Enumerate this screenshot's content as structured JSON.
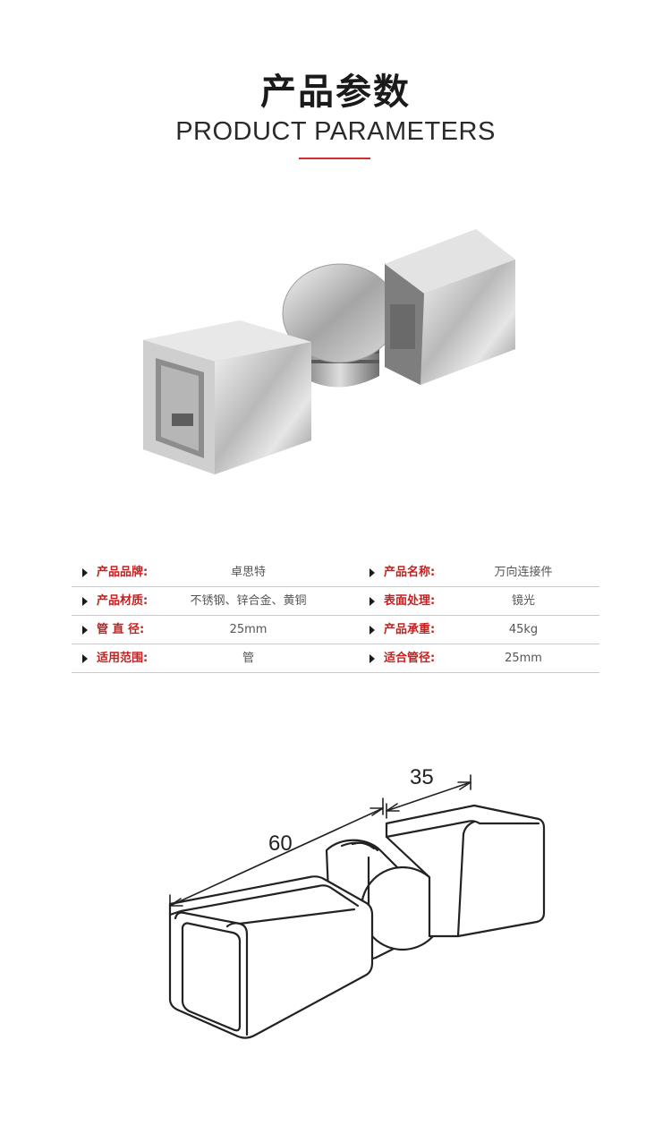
{
  "header": {
    "title_cn": "产品参数",
    "title_en": "PRODUCT PARAMETERS",
    "accent_color": "#d42d2d"
  },
  "product_photo": {
    "icon": "square-tube-swivel-connector-photo"
  },
  "params": [
    {
      "left_label": "产品品牌:",
      "left_value": "卓思特",
      "right_label": "产品名称:",
      "right_value": "万向连接件"
    },
    {
      "left_label": "产品材质:",
      "left_value": "不锈钢、锌合金、黄铜",
      "right_label": "表面处理:",
      "right_value": "镜光"
    },
    {
      "left_label": "管 直 径:",
      "left_value": "25mm",
      "right_label": "产品承重:",
      "right_value": "45kg"
    },
    {
      "left_label": "适用范围:",
      "left_value": "管",
      "right_label": "适合管径:",
      "right_value": "25mm"
    }
  ],
  "drawing": {
    "dim_length": "60",
    "dim_width": "35"
  }
}
